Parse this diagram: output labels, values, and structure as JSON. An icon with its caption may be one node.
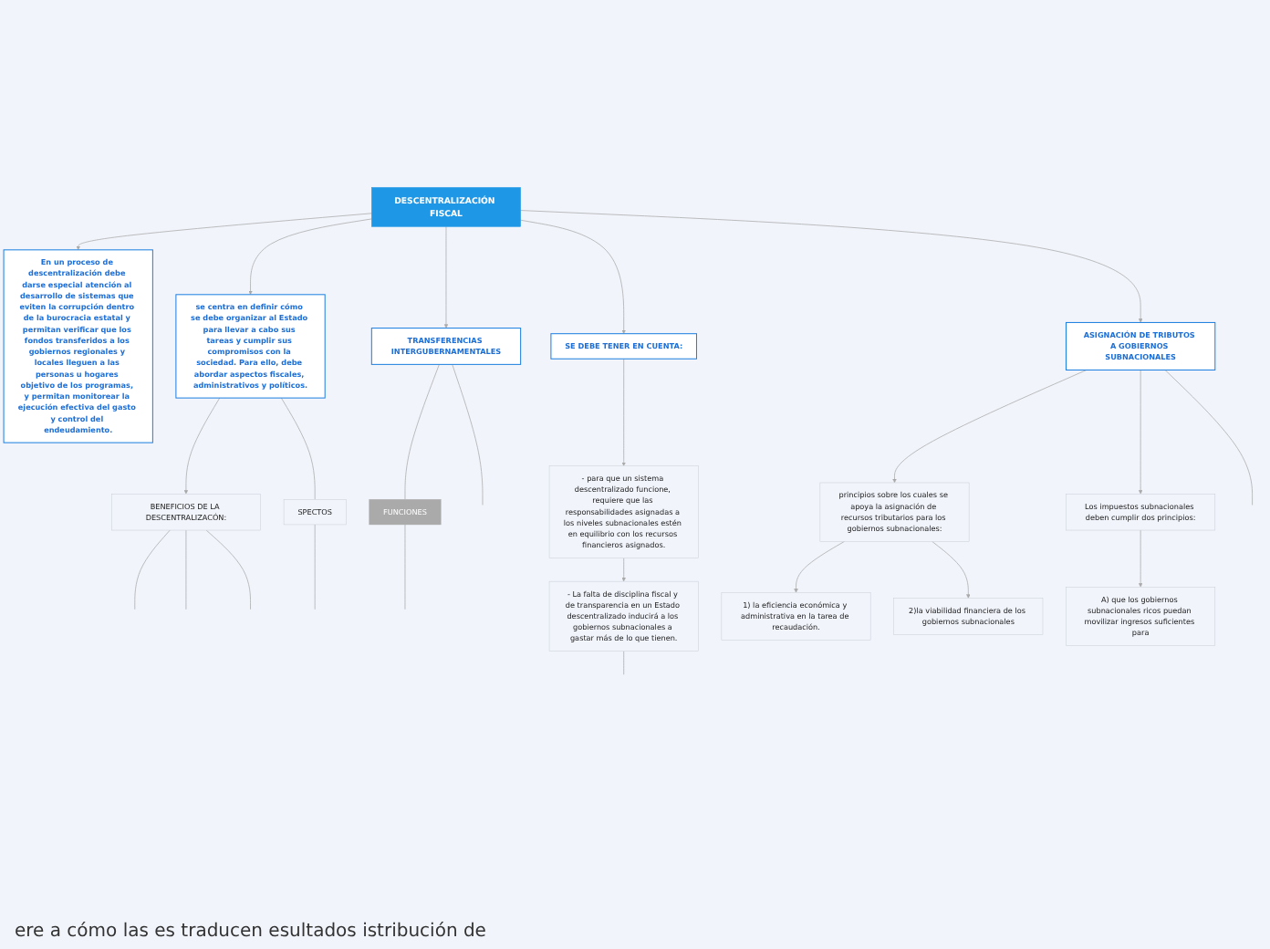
{
  "diagram": {
    "nodes": [
      {
        "text": [
          "DESCENTRALIZACIÓN FISCAL"
        ]
      },
      {
        "text": [
          "En un proceso de descentralización debe darse especial atención al desarrollo de sistemas que eviten la corrupción dentro de la burocracia estatal y permitan verificar que los fondos transferidos a los gobiernos regionales y locales lleguen a las personas u hogares objetivo de los programas, y permitan monitorear la ejecución efectiva del gasto y control del endeudamiento."
        ]
      },
      {
        "text": [
          "se centra en definir cómo se debe organizar al Estado para llevar a cabo sus tareas y cumplir sus compromisos con la sociedad. Para ello, debe abordar aspectos fiscales, administrativos y políticos."
        ]
      },
      {
        "text": [
          "BENEFICIOS DE LA DESCENTRALIZACÓN:"
        ]
      },
      {
        "text": [
          "SPECTOS"
        ]
      },
      {
        "text": [
          "SE DEBE TENER EN CUENTA:"
        ]
      },
      {
        "text": [
          "ASIGNACIÓN DE TRIBUTOS A GOBIERNOS SUBNACIONALES"
        ]
      },
      {
        "text": [
          "TRANSFERENCIAS INTERGUBERNAMENTALES"
        ]
      },
      {
        "text": [
          "principios sobre los cuales se apoya la asignación de recursos tributarios para los gobiernos subnacionales:"
        ]
      },
      {
        "text": [
          "1) la eficiencia económica y administrativa en la tarea de recaudación."
        ]
      },
      {
        "text": [
          "2)la viabilidad financiera de los gobiernos subnacionales"
        ]
      },
      {
        "text": [
          "Los impuestos subnacionales deben cumplir dos principios:"
        ]
      },
      {
        "text": [
          "A) que los gobiernos subnacionales ricos puedan movilizar ingresos suficientes para"
        ]
      },
      {
        "text": [
          "FUNCIONES"
        ]
      },
      {
        "text": [
          "- para que un sistema descentralizado funcione, requiere que las responsabilidades asignadas a los niveles subnacionales estén en equilibrio con los recursos financieros asignados."
        ]
      },
      {
        "text": [
          "- La falta de disciplina fiscal y de transparencia en un Estado descentralizado inducirá a los gobiernos subnacionales a gastar más de lo que tienen."
        ]
      }
    ],
    "edges": [
      {
        "from": 0,
        "to": 1,
        "arrow": "to"
      },
      {
        "from": 0,
        "to": 2,
        "arrow": "to"
      },
      {
        "from": 0,
        "to": 7,
        "arrow": "to"
      },
      {
        "from": 0,
        "to": 5,
        "arrow": "to"
      },
      {
        "from": 0,
        "to": 6,
        "arrow": "to"
      },
      {
        "from": 2,
        "to": 3,
        "arrow": "to"
      },
      {
        "from": 2,
        "to": 4,
        "arrow": "none"
      },
      {
        "from": 6,
        "to": 8,
        "arrow": "to"
      },
      {
        "from": 6,
        "to": 11,
        "arrow": "to"
      },
      {
        "from": 8,
        "to": 9,
        "arrow": "to"
      },
      {
        "from": 8,
        "to": 10,
        "arrow": "to"
      },
      {
        "from": 11,
        "to": 12,
        "arrow": "to"
      },
      {
        "from": 5,
        "to": 14,
        "arrow": "to"
      },
      {
        "from": 14,
        "to": 15,
        "arrow": "to"
      },
      {
        "from": 7,
        "to": 13,
        "arrow": "none"
      },
      {
        "from": 13,
        "to": null,
        "arrow": "none"
      },
      {
        "from": 7,
        "to": null,
        "arrow": "none"
      },
      {
        "from": 3,
        "to": null,
        "arrow": "none"
      },
      {
        "from": 3,
        "to": null,
        "arrow": "none"
      },
      {
        "from": 3,
        "to": null,
        "arrow": "none"
      },
      {
        "from": 4,
        "to": null,
        "arrow": "none"
      },
      {
        "from": 6,
        "to": null,
        "arrow": "none"
      },
      {
        "from": 15,
        "to": null,
        "arrow": "none"
      }
    ],
    "labels": [
      "ere a cómo las es traducen esultados istribución de"
    ]
  }
}
